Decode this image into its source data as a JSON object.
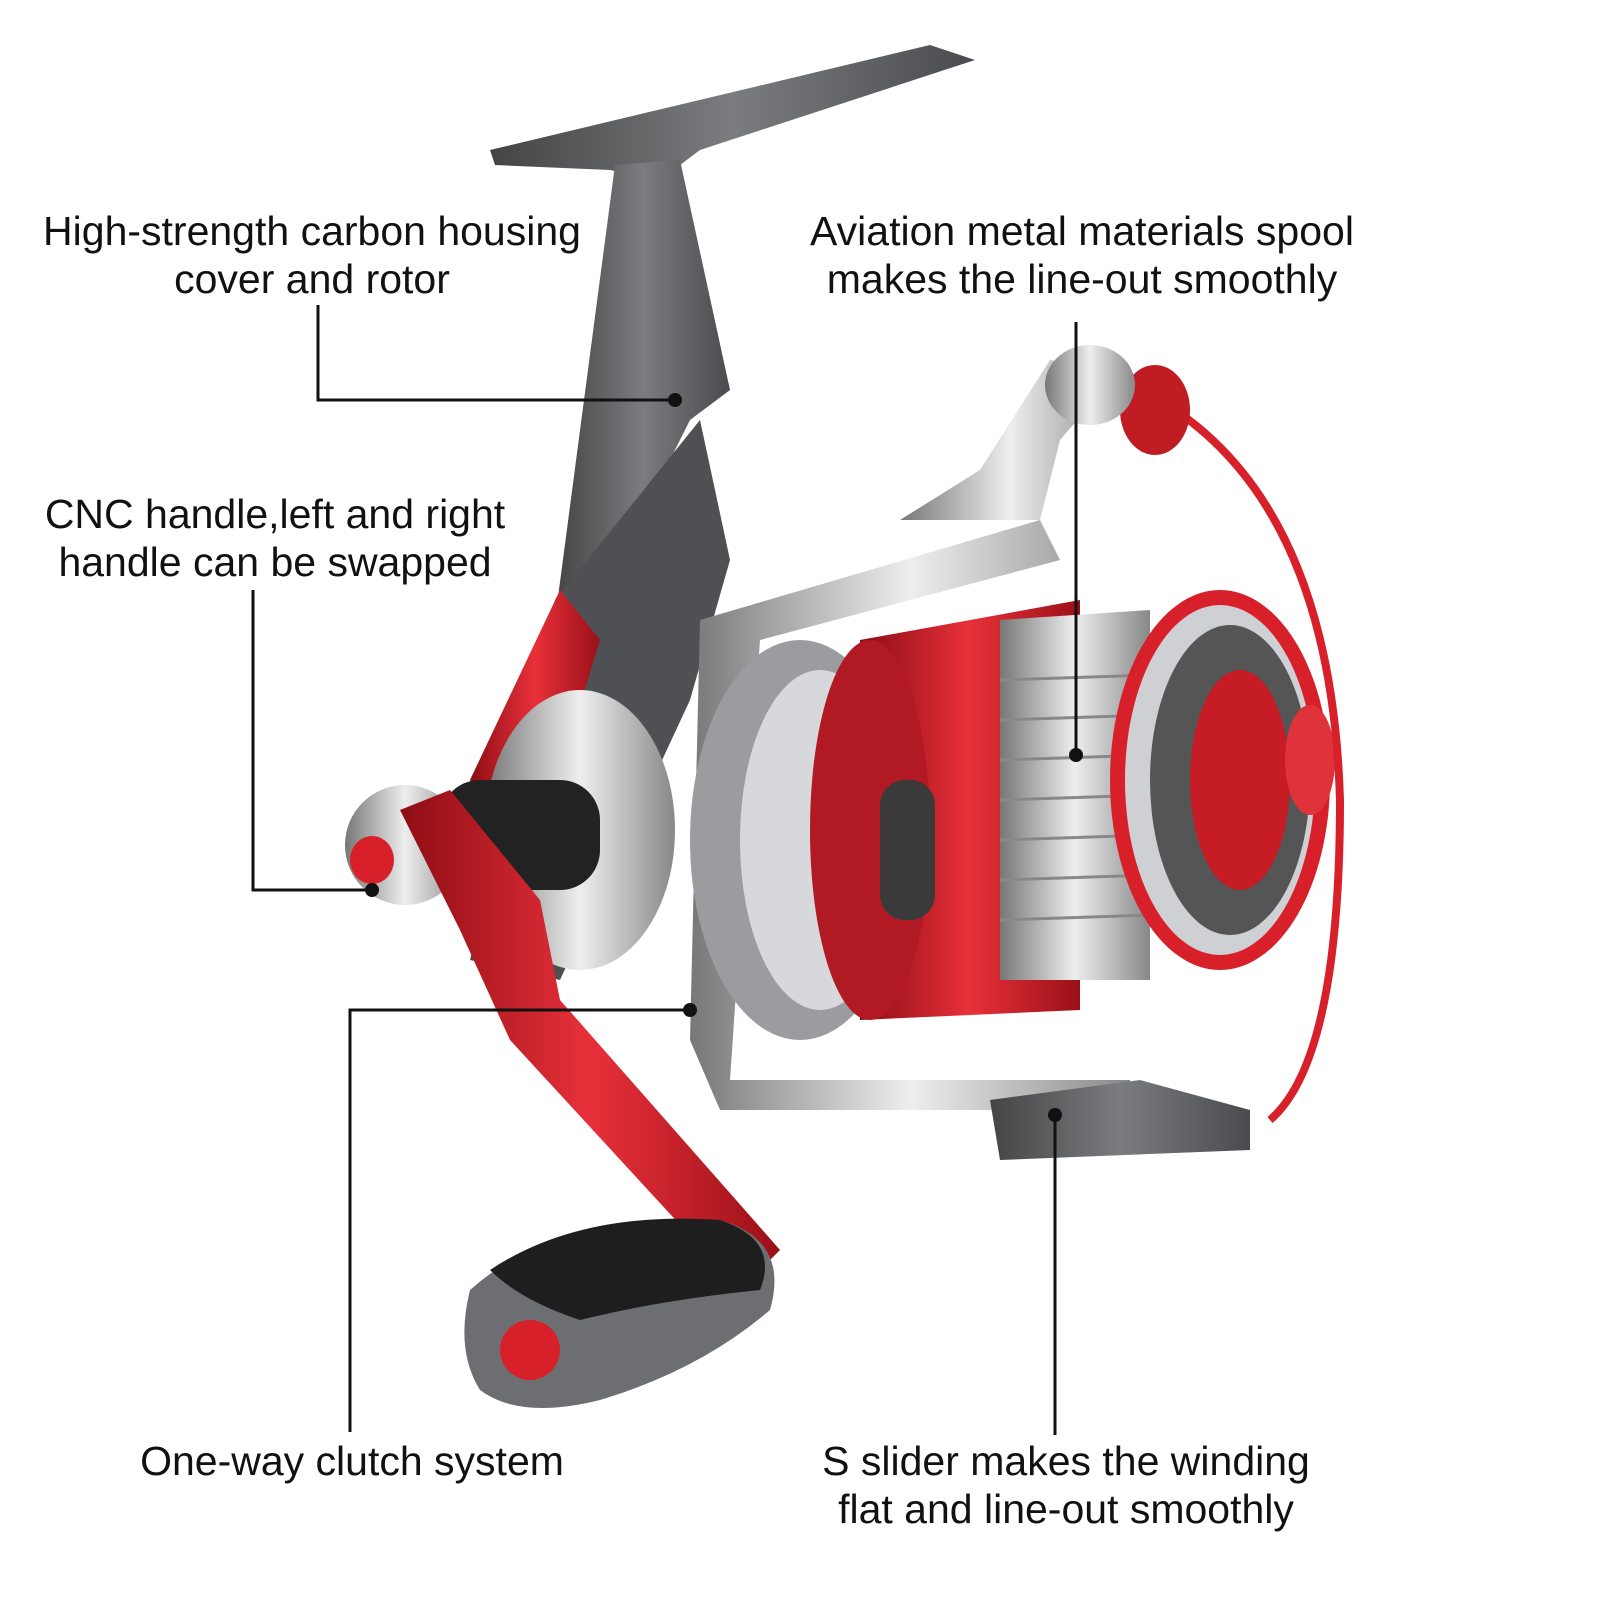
{
  "callouts": {
    "housing": {
      "line1": "High-strength carbon housing",
      "line2": "cover and rotor"
    },
    "spool": {
      "line1": "Aviation metal materials spool",
      "line2": "makes the line-out smoothly"
    },
    "handle": {
      "line1": "CNC handle,left and right",
      "line2": "handle can be swapped"
    },
    "clutch": {
      "line1": "One-way clutch system"
    },
    "slider": {
      "line1": "S slider makes the winding",
      "line2": "flat and line-out smoothly"
    }
  },
  "colors": {
    "red": "#d7202a",
    "dark_gray": "#5a5c60",
    "silver": "#c9cbcf",
    "black": "#111111"
  }
}
